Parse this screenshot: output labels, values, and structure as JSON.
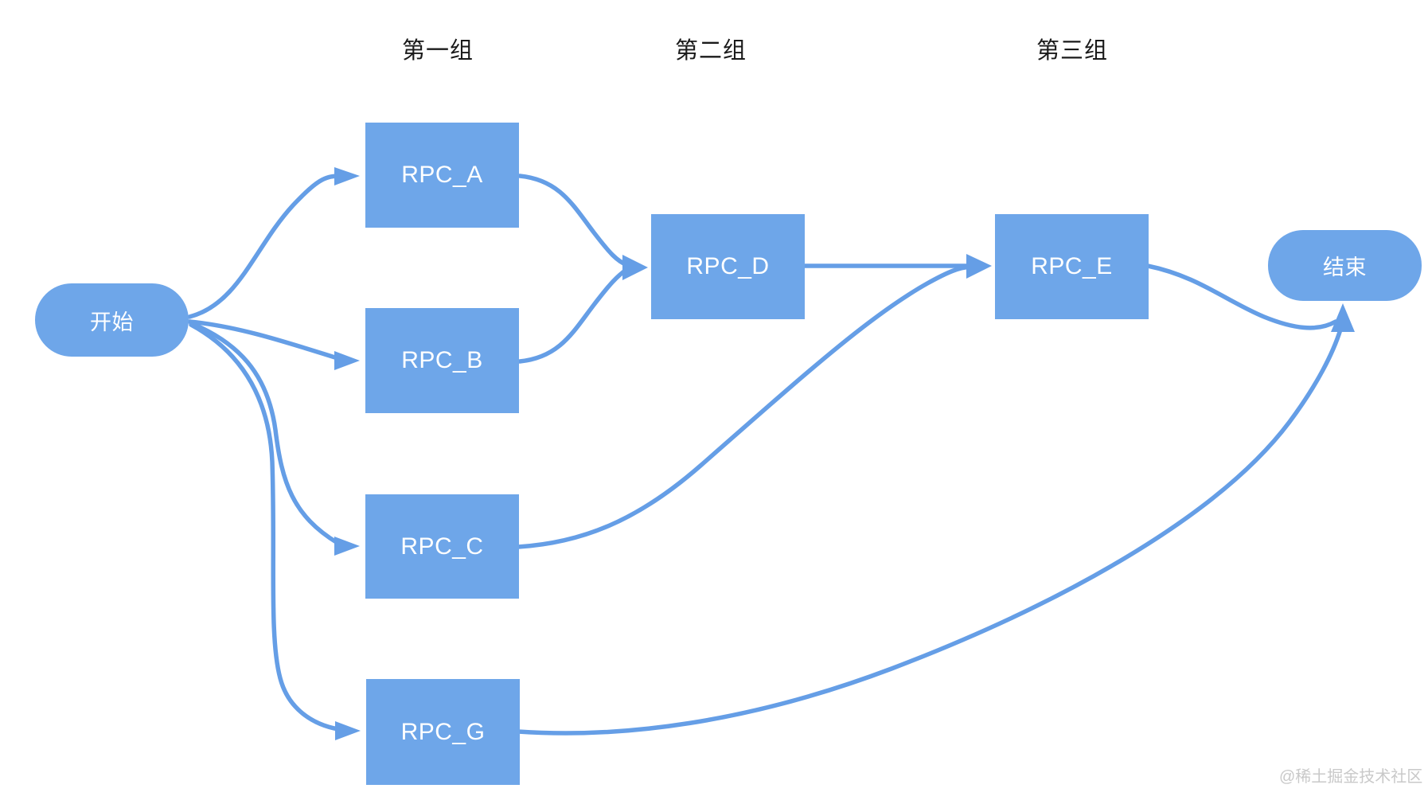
{
  "diagram": {
    "headers": [
      {
        "id": "group-1",
        "label": "第一组"
      },
      {
        "id": "group-2",
        "label": "第二组"
      },
      {
        "id": "group-3",
        "label": "第三组"
      }
    ],
    "nodes": [
      {
        "id": "start",
        "label": "开始",
        "type": "terminal"
      },
      {
        "id": "rpc-a",
        "label": "RPC_A",
        "type": "process",
        "group": "第一组"
      },
      {
        "id": "rpc-b",
        "label": "RPC_B",
        "type": "process",
        "group": "第一组"
      },
      {
        "id": "rpc-c",
        "label": "RPC_C",
        "type": "process",
        "group": "第一组"
      },
      {
        "id": "rpc-g",
        "label": "RPC_G",
        "type": "process",
        "group": "第一组"
      },
      {
        "id": "rpc-d",
        "label": "RPC_D",
        "type": "process",
        "group": "第二组"
      },
      {
        "id": "rpc-e",
        "label": "RPC_E",
        "type": "process",
        "group": "第三组"
      },
      {
        "id": "end",
        "label": "结束",
        "type": "terminal"
      }
    ],
    "edges": [
      {
        "from": "开始",
        "to": "RPC_A"
      },
      {
        "from": "开始",
        "to": "RPC_B"
      },
      {
        "from": "开始",
        "to": "RPC_C"
      },
      {
        "from": "开始",
        "to": "RPC_G"
      },
      {
        "from": "RPC_A",
        "to": "RPC_D"
      },
      {
        "from": "RPC_B",
        "to": "RPC_D"
      },
      {
        "from": "RPC_D",
        "to": "RPC_E"
      },
      {
        "from": "RPC_C",
        "to": "RPC_E"
      },
      {
        "from": "RPC_E",
        "to": "结束"
      },
      {
        "from": "RPC_G",
        "to": "结束"
      }
    ],
    "watermark": "@稀土掘金技术社区"
  },
  "colors": {
    "node_fill": "#6EA6E9",
    "arrow": "#659EE6",
    "node_text": "#FFFFFF",
    "header_text": "#1A1A1A",
    "watermark_text": "#C9C9C9",
    "background": "#FFFFFF"
  }
}
